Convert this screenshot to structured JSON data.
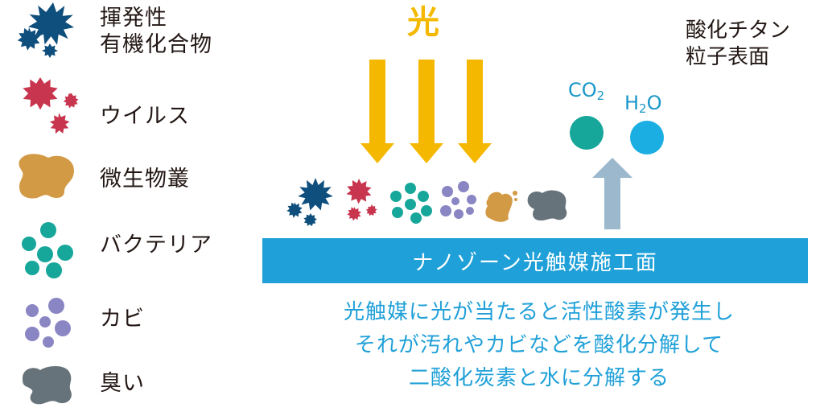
{
  "legend": [
    {
      "id": "voc",
      "lines": [
        "揮発性",
        "有機化合物"
      ],
      "color": "#0f4f7d",
      "icon": "spiky-cluster"
    },
    {
      "id": "virus",
      "lines": [
        "ウイルス"
      ],
      "color": "#c8354e",
      "icon": "spiky-cluster"
    },
    {
      "id": "microbe",
      "lines": [
        "微生物叢"
      ],
      "color": "#d39a46",
      "icon": "blob"
    },
    {
      "id": "bacteria",
      "lines": [
        "バクテリア"
      ],
      "color": "#16a69a",
      "icon": "dot-cluster"
    },
    {
      "id": "mold",
      "lines": [
        "カビ"
      ],
      "color": "#8a86c4",
      "icon": "dot-cluster"
    },
    {
      "id": "odor",
      "lines": [
        "臭い"
      ],
      "color": "#66737a",
      "icon": "blob"
    }
  ],
  "light_label": "光",
  "surface_label_lines": [
    "酸化チタン",
    "粒子表面"
  ],
  "gases": [
    {
      "base": "CO",
      "sub": "2",
      "color": "#16a69a"
    },
    {
      "base": "H",
      "sub": "2",
      "tail": "O",
      "color": "#1aaee3"
    }
  ],
  "band_text": "ナノゾーン光触媒施工面",
  "caption_lines": [
    "光触媒に光が当たると活性酸素が発生し",
    "それが汚れやカビなどを酸化分解して",
    "二酸化炭素と水に分解する"
  ],
  "colors": {
    "arrow": "#f5b800",
    "up_arrow": "#9bb8cc",
    "band": "#1fa0d8",
    "text": "#231815"
  }
}
